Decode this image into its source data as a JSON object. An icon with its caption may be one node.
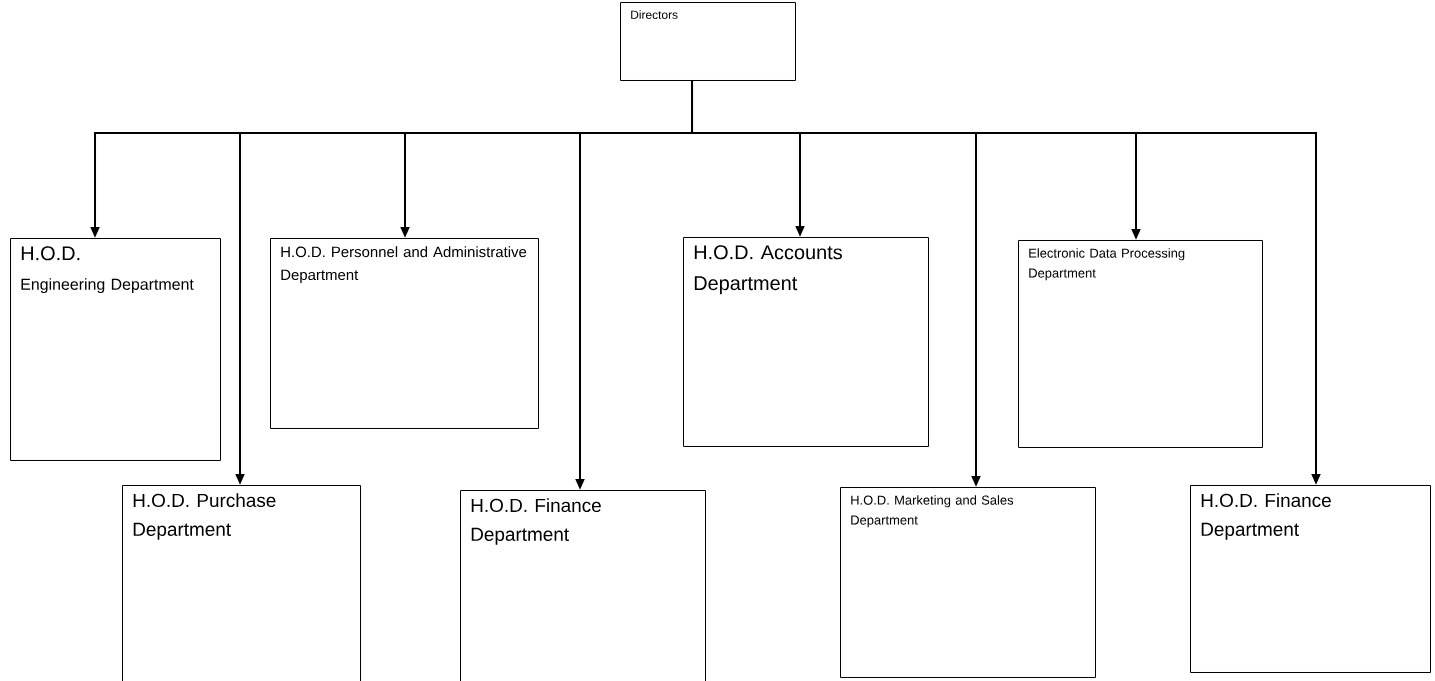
{
  "diagram": {
    "nodes": [
      {
        "text": [
          "Directors"
        ]
      },
      {
        "text": [
          "H.O.D.",
          "Engineering Department"
        ]
      },
      {
        "text": [
          "H.O.D. Purchase Department"
        ]
      },
      {
        "text": [
          "H.O.D. Personnel and Administrative Department"
        ]
      },
      {
        "text": [
          "H.O.D. Finance Department"
        ]
      },
      {
        "text": [
          "H.O.D. Accounts Department"
        ]
      },
      {
        "text": [
          "H.O.D. Marketing and Sales Department"
        ]
      },
      {
        "text": [
          "Electronic Data Processing Department"
        ]
      },
      {
        "text": [
          "H.O.D. Finance Department"
        ]
      }
    ],
    "edges": [
      {
        "from": 0,
        "to": 1,
        "arrow": "to"
      },
      {
        "from": 0,
        "to": 2,
        "arrow": "to"
      },
      {
        "from": 0,
        "to": 3,
        "arrow": "to"
      },
      {
        "from": 0,
        "to": 4,
        "arrow": "to"
      },
      {
        "from": 0,
        "to": 5,
        "arrow": "to"
      },
      {
        "from": 0,
        "to": 6,
        "arrow": "to"
      },
      {
        "from": 0,
        "to": 7,
        "arrow": "to"
      },
      {
        "from": 0,
        "to": 8,
        "arrow": "to"
      }
    ]
  }
}
